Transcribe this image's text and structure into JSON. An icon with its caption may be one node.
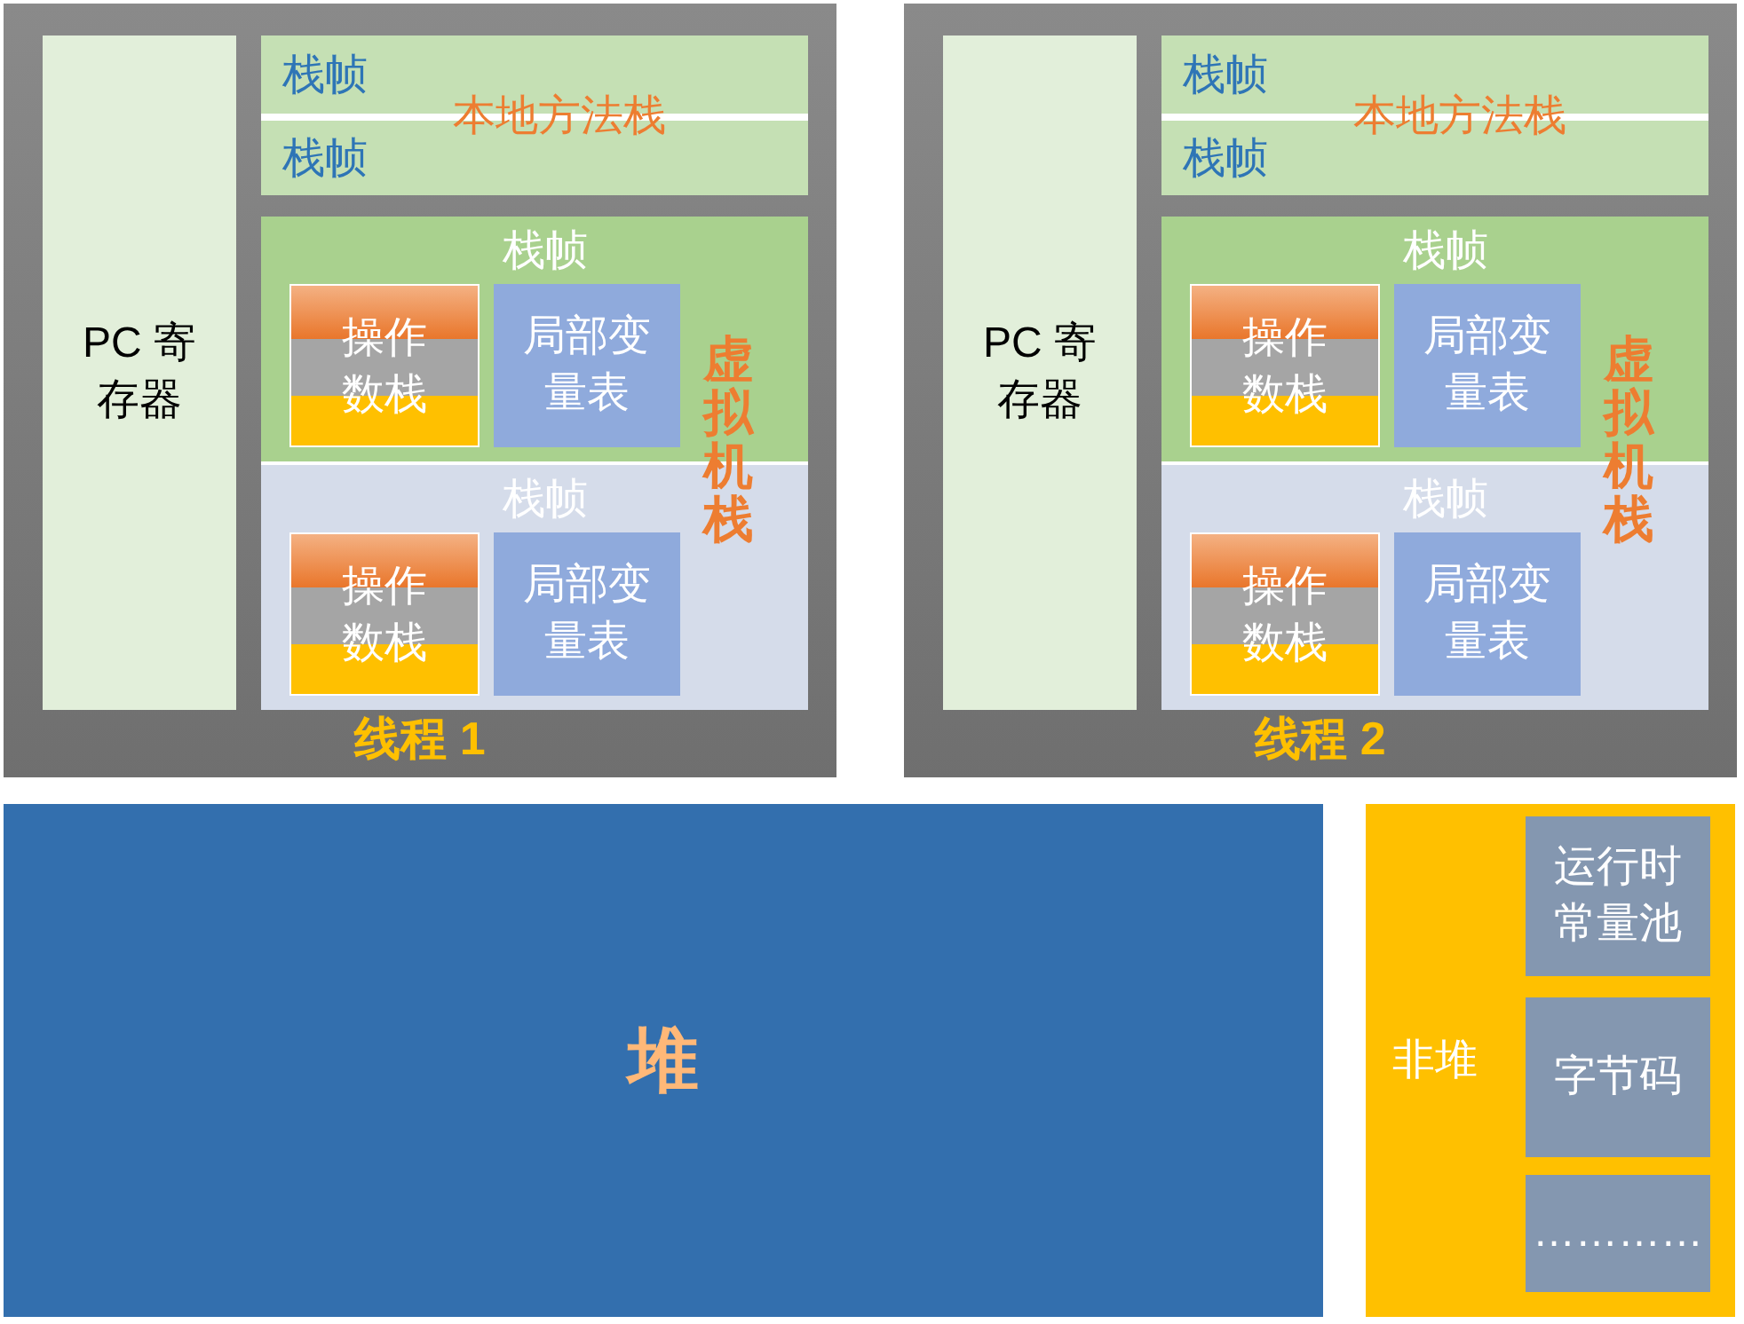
{
  "diagram": {
    "nodes": [
      {
        "text": [
          "线程 1"
        ]
      },
      {
        "text": [
          "PC 寄存器"
        ],
        "in": 0
      },
      {
        "text": [
          "本地方法栈"
        ],
        "in": 0
      },
      {
        "text": [
          "栈帧"
        ],
        "in": 2
      },
      {
        "text": [
          "栈帧"
        ],
        "in": 2
      },
      {
        "text": [
          "虚拟机栈"
        ],
        "in": 0
      },
      {
        "text": [
          "栈帧"
        ],
        "in": 5
      },
      {
        "text": [
          "操作数栈"
        ],
        "in": 6
      },
      {
        "text": [
          "局部变量表"
        ],
        "in": 6
      },
      {
        "text": [
          "栈帧"
        ],
        "in": 5
      },
      {
        "text": [
          "操作数栈"
        ],
        "in": 9
      },
      {
        "text": [
          "局部变量表"
        ],
        "in": 9
      },
      {
        "text": [
          "线程 2"
        ]
      },
      {
        "text": [
          "PC 寄存器"
        ],
        "in": 12
      },
      {
        "text": [
          "本地方法栈"
        ],
        "in": 12
      },
      {
        "text": [
          "栈帧"
        ],
        "in": 14
      },
      {
        "text": [
          "栈帧"
        ],
        "in": 14
      },
      {
        "text": [
          "虚拟机栈"
        ],
        "in": 12
      },
      {
        "text": [
          "栈帧"
        ],
        "in": 17
      },
      {
        "text": [
          "操作数栈"
        ],
        "in": 18
      },
      {
        "text": [
          "局部变量表"
        ],
        "in": 18
      },
      {
        "text": [
          "栈帧"
        ],
        "in": 17
      },
      {
        "text": [
          "操作数栈"
        ],
        "in": 21
      },
      {
        "text": [
          "局部变量表"
        ],
        "in": 21
      },
      {
        "text": [
          "堆"
        ]
      },
      {
        "text": [
          "非堆"
        ]
      },
      {
        "text": [
          "运行时常量池"
        ],
        "in": 25
      },
      {
        "text": [
          "字节码"
        ],
        "in": 25
      },
      {
        "text": [
          "…………"
        ],
        "in": 25
      }
    ]
  }
}
